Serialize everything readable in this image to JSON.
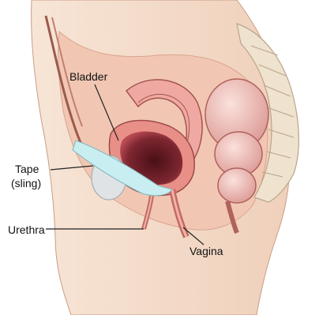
{
  "labels": {
    "bladder": "Bladder",
    "tape": "Tape",
    "sling": "(sling)",
    "urethra": "Urethra",
    "vagina": "Vagina"
  },
  "colors": {
    "skin": "#f3d9c4",
    "skin_shadow": "#e7b99c",
    "tissue": "#e9a99a",
    "bladder_wall": "#e58a84",
    "bladder_inner": "#6a1f26",
    "bowel": "#efc0ba",
    "spine": "#efe2cf",
    "bone": "#dfe3e6",
    "sling": "#c9eef1"
  }
}
